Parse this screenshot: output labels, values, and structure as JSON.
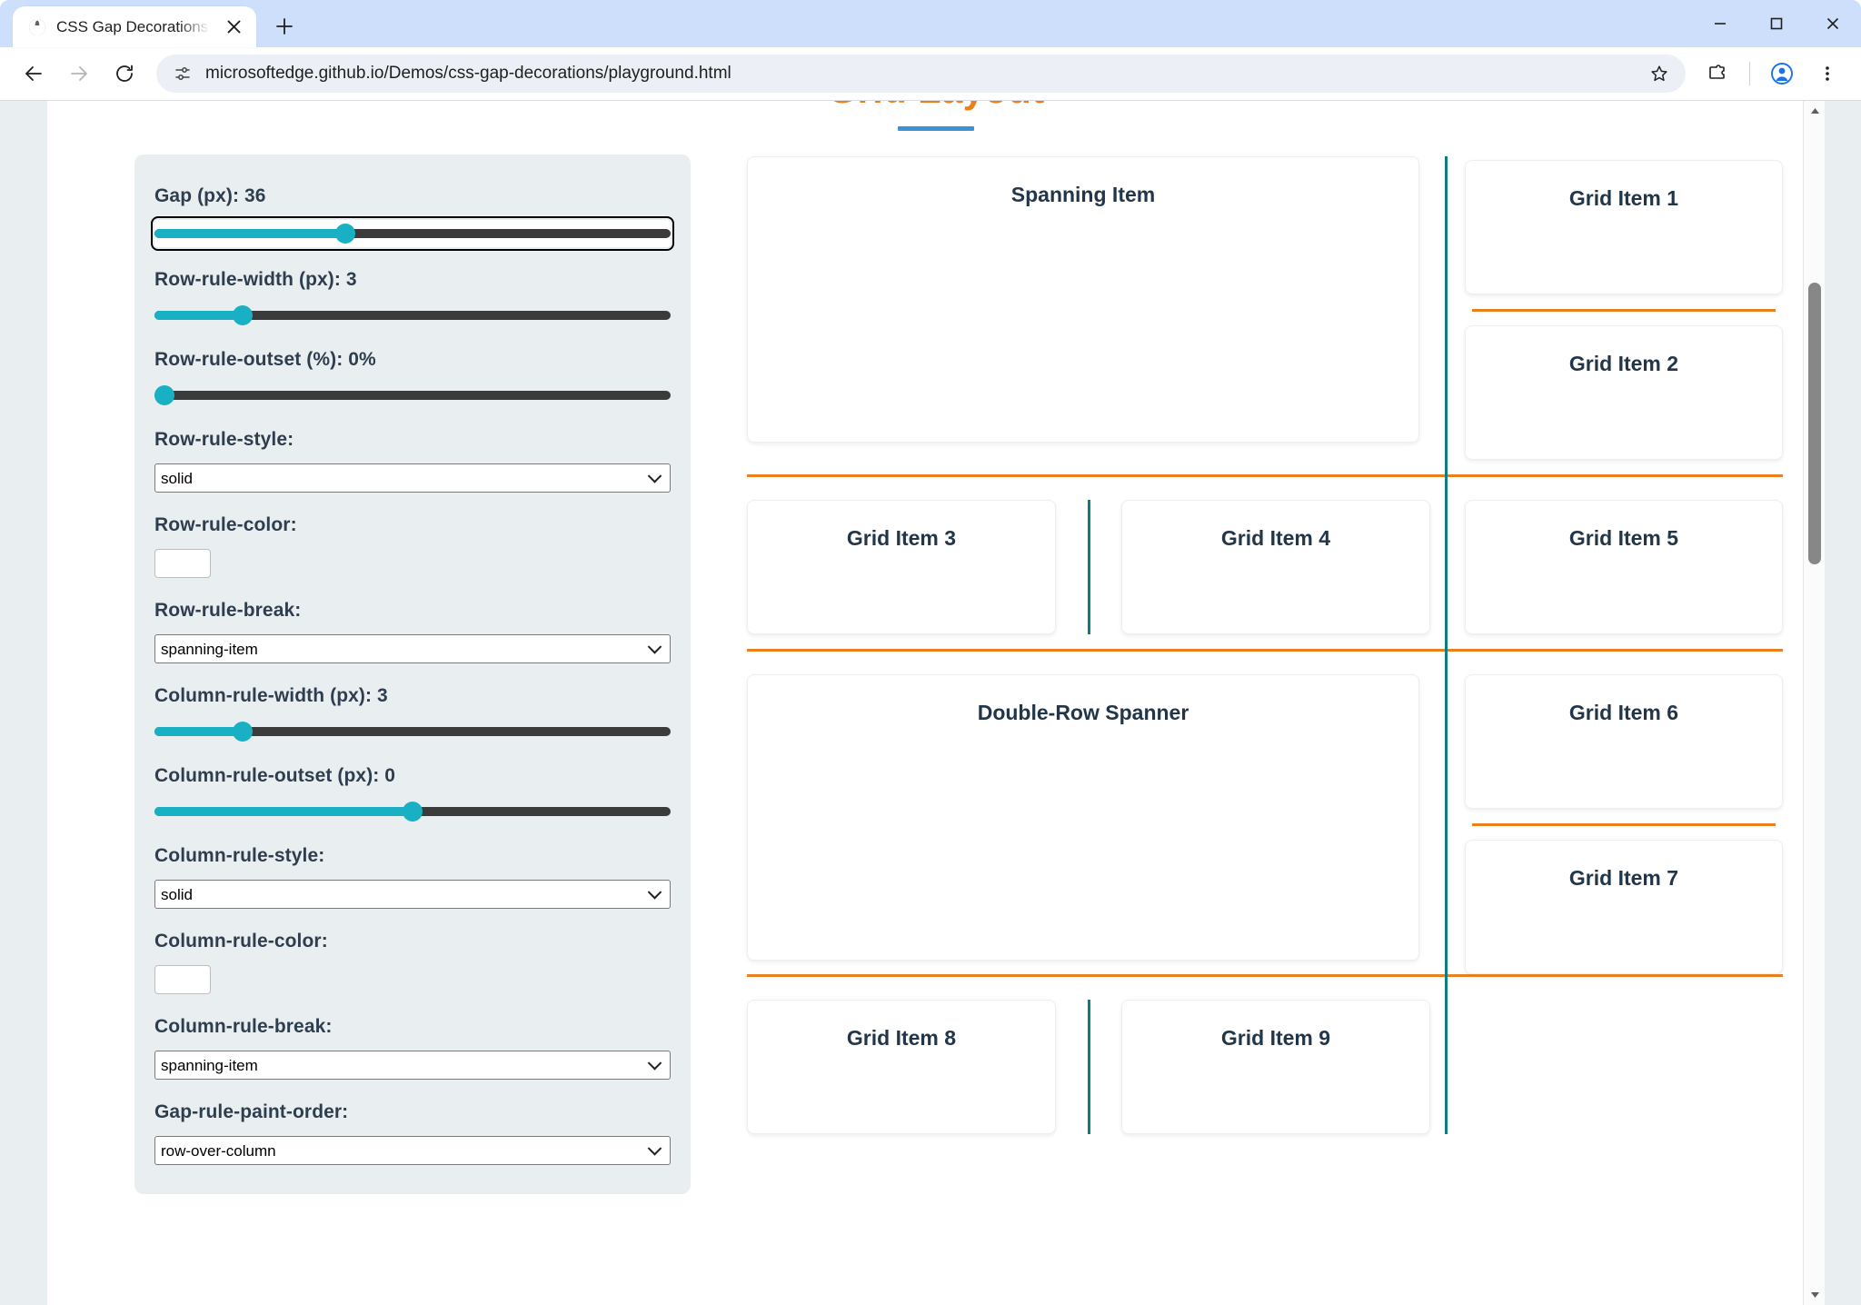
{
  "browser": {
    "tab": {
      "title": "CSS Gap Decorations playground",
      "favicon_icon": "globe-icon",
      "close_icon": "close-icon"
    },
    "newtab_icon": "plus-icon",
    "window_controls": {
      "minimize": "minimize-icon",
      "maximize": "maximize-icon",
      "close": "close-icon"
    },
    "nav": {
      "back_icon": "back-arrow-icon",
      "forward_icon": "forward-arrow-icon",
      "reload_icon": "reload-icon"
    },
    "omnibox": {
      "site_info_icon": "site-settings-icon",
      "url": "microsoftedge.github.io/Demos/css-gap-decorations/playground.html",
      "star_icon": "bookmark-star-icon"
    },
    "toolbar_icons": {
      "extensions": "extensions-puzzle-icon",
      "profile": "profile-avatar-icon",
      "menu": "more-vertical-icon"
    }
  },
  "page": {
    "title": "Grid Layout",
    "controls": [
      {
        "name": "gap",
        "label": "Gap (px): 36",
        "type": "range",
        "percent": 37,
        "focused": true
      },
      {
        "name": "row-rule-width",
        "label": "Row-rule-width (px): 3",
        "type": "range",
        "percent": 17,
        "focused": false
      },
      {
        "name": "row-rule-outset",
        "label": "Row-rule-outset (%): 0%",
        "type": "range",
        "percent": 2,
        "focused": false
      },
      {
        "name": "row-rule-style",
        "label": "Row-rule-style:",
        "type": "select",
        "value": "solid"
      },
      {
        "name": "row-rule-color",
        "label": "Row-rule-color:",
        "type": "color",
        "value": "#E8801E"
      },
      {
        "name": "row-rule-break",
        "label": "Row-rule-break:",
        "type": "select",
        "value": "spanning-item"
      },
      {
        "name": "column-rule-width",
        "label": "Column-rule-width (px): 3",
        "type": "range",
        "percent": 17,
        "focused": false
      },
      {
        "name": "column-rule-outset",
        "label": "Column-rule-outset (px): 0",
        "type": "range",
        "percent": 50,
        "focused": false
      },
      {
        "name": "column-rule-style",
        "label": "Column-rule-style:",
        "type": "select",
        "value": "solid"
      },
      {
        "name": "column-rule-color",
        "label": "Column-rule-color:",
        "type": "color",
        "value": "#0d7d7d"
      },
      {
        "name": "column-rule-break",
        "label": "Column-rule-break:",
        "type": "select",
        "value": "spanning-item"
      },
      {
        "name": "gap-rule-paint-order",
        "label": "Gap-rule-paint-order:",
        "type": "select",
        "value": "row-over-column"
      }
    ],
    "grid_items": [
      {
        "label": "Spanning Item"
      },
      {
        "label": "Grid Item 1"
      },
      {
        "label": "Grid Item 2"
      },
      {
        "label": "Grid Item 3"
      },
      {
        "label": "Grid Item 4"
      },
      {
        "label": "Grid Item 5"
      },
      {
        "label": "Double-Row Spanner"
      },
      {
        "label": "Grid Item 6"
      },
      {
        "label": "Grid Item 7"
      },
      {
        "label": "Grid Item 8"
      },
      {
        "label": "Grid Item 9"
      }
    ],
    "colors": {
      "title": "#E8801E",
      "title_underline": "#3b93d3",
      "row_rule": "#E8801E",
      "column_rule": "#0d7d7d",
      "slider": "#19b0c4",
      "panel_bg": "#e9eef0"
    }
  }
}
